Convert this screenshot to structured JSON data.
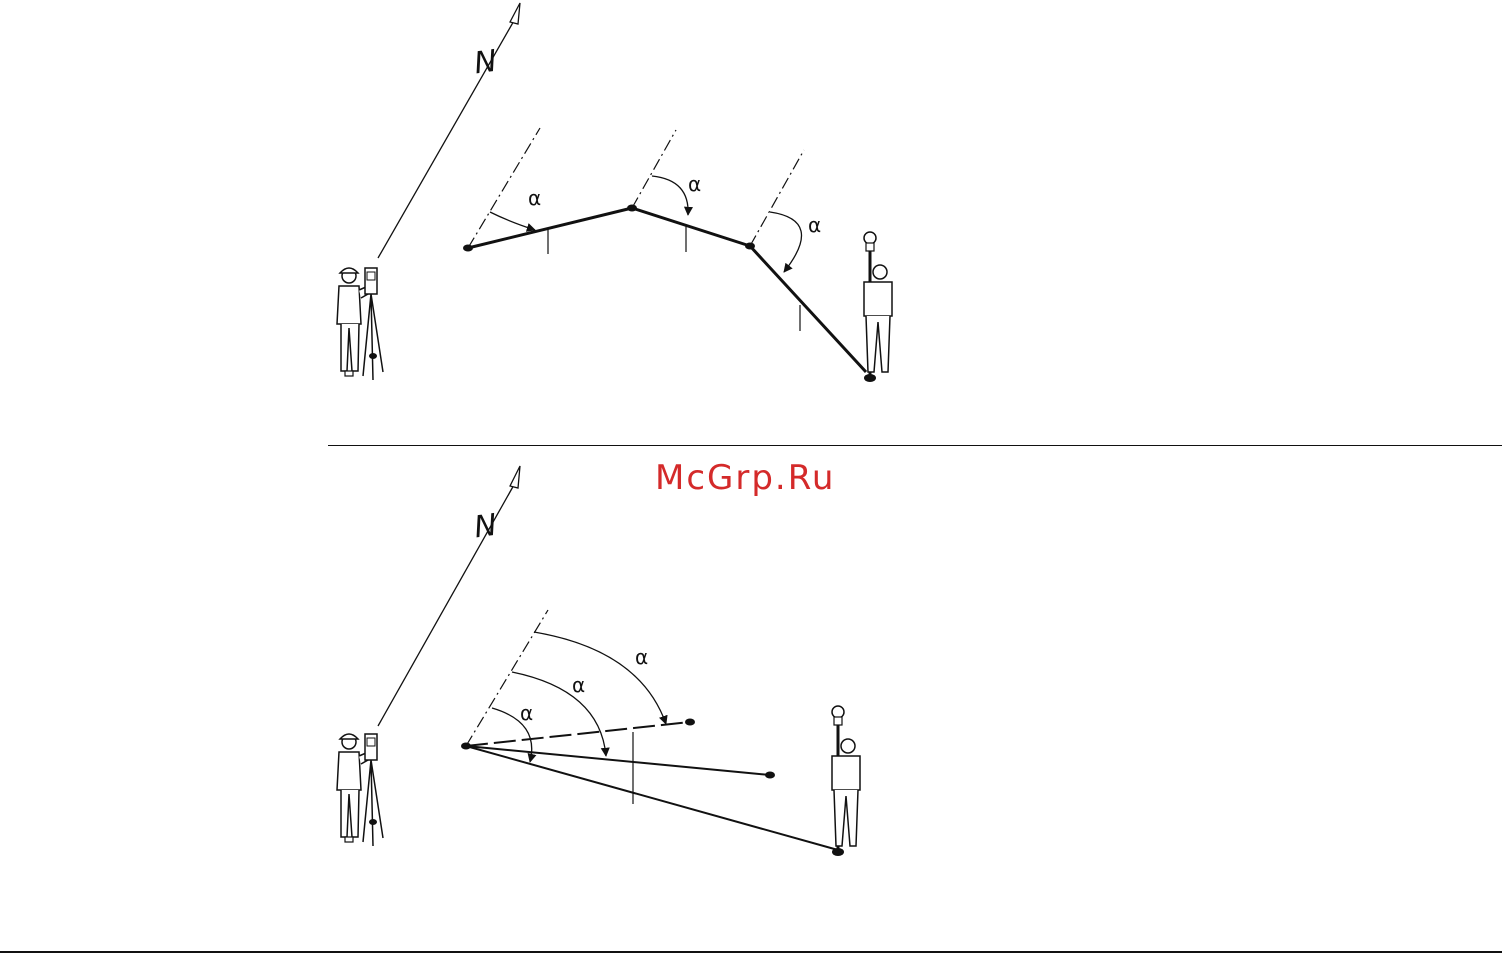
{
  "watermark": {
    "text": "McGrp.Ru",
    "color": "#d42a2a"
  },
  "north_label": "N",
  "angle_label": "α",
  "colors": {
    "ink": "#111111",
    "watermark": "#d42a2a"
  },
  "figures": [
    {
      "name": "traverse-figure",
      "angle_labels": [
        "α",
        "α",
        "α"
      ]
    },
    {
      "name": "radial-figure",
      "angle_labels": [
        "α",
        "α",
        "α"
      ]
    }
  ]
}
